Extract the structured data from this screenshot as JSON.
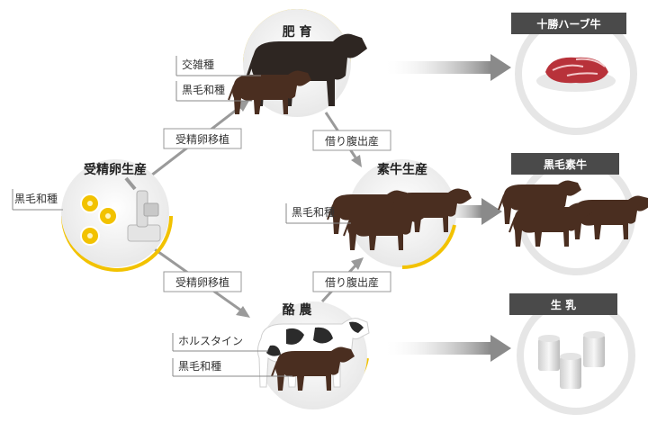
{
  "nodes": {
    "embryo": {
      "title": "受精卵生産",
      "labels": [
        "黒毛和種"
      ]
    },
    "fattening": {
      "title": "肥 育",
      "labels": [
        "交雑種",
        "黒毛和種"
      ]
    },
    "calf": {
      "title": "素牛生産",
      "labels": [
        "黒毛和種"
      ]
    },
    "dairy": {
      "title": "酪 農",
      "labels": [
        "ホルスタイン",
        "黒毛和種"
      ]
    }
  },
  "edges": {
    "embryo_to_fattening": "受精卵移植",
    "embryo_to_dairy": "受精卵移植",
    "fattening_to_calf": "借り腹出産",
    "dairy_to_calf": "借り腹出産"
  },
  "products": {
    "beef": "十勝ハーブ牛",
    "cattle": "黒毛素牛",
    "milk": "生 乳"
  },
  "colors": {
    "accent_yellow": "#f2c200",
    "circle_bg": "#f0f0f0",
    "arrow_gray": "#9a9a9a",
    "product_header": "#4a4a4a",
    "cattle_brown": "#4a2e20"
  }
}
